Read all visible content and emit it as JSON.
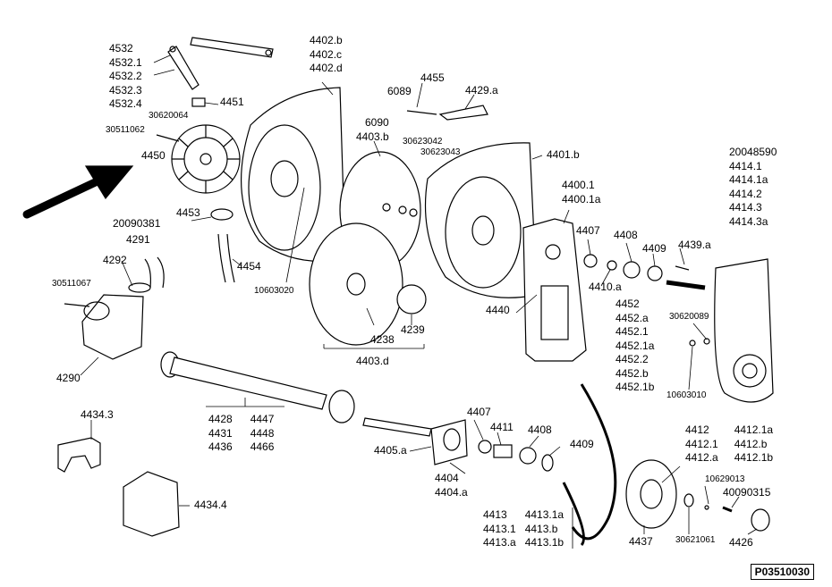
{
  "drawing": {
    "reference": "P03510030",
    "arrow": "pointer-arrow-icon",
    "labels": {
      "l4455": "4455",
      "l4429a": "4429.a",
      "l6089": "6089",
      "l6090": "6090",
      "l4451": "4451",
      "l30620064": "30620064",
      "l30511062": "30511062",
      "l4450": "4450",
      "l4453": "4453",
      "l4454": "4454",
      "l10603020": "10603020",
      "l4403b": "4403.b",
      "l30623042": "30623042",
      "l30623043": "30623043",
      "l4401b": "4401.b",
      "l4238": "4238",
      "l4239": "4239",
      "l4403d": "4403.d",
      "l4440": "4440",
      "l4407a": "4407",
      "l4408a": "4408",
      "l4409a": "4409",
      "l4410a": "4410.a",
      "l4439a": "4439.a",
      "l30620089": "30620089",
      "l10603010": "10603010",
      "l4291": "4291",
      "l20090381": "20090381",
      "l4292": "4292",
      "l30511067": "30511067",
      "l4290": "4290",
      "l4434_3": "4434.3",
      "l4434_4": "4434.4",
      "l4405a": "4405.a",
      "l4407b": "4407",
      "l4411": "4411",
      "l4408b": "4408",
      "l4409b": "4409",
      "l4437": "4437",
      "l30621061": "30621061",
      "l4426": "4426",
      "l10629013": "10629013",
      "l40090315": "40090315"
    },
    "groups": {
      "g4532": [
        "4532",
        "4532.1",
        "4532.2",
        "4532.3",
        "4532.4"
      ],
      "g4402": [
        "4402.b",
        "4402.c",
        "4402.d"
      ],
      "g4400": [
        "4400.1",
        "4400.1a"
      ],
      "g20048590": [
        "20048590",
        "4414.1",
        "4414.1a",
        "4414.2",
        "4414.3",
        "4414.3a"
      ],
      "g4452": [
        "4452",
        "4452.a",
        "4452.1",
        "4452.1a",
        "4452.2",
        "4452.b",
        "4452.1b"
      ],
      "g4428": [
        "4428",
        "4431",
        "4436"
      ],
      "g4447": [
        "4447",
        "4448",
        "4466"
      ],
      "g4404": [
        "4404",
        "4404.a"
      ],
      "g4412": [
        "4412",
        "4412.1",
        "4412.a"
      ],
      "g4412b": [
        "4412.1a",
        "4412.b",
        "4412.1b"
      ],
      "g4413": [
        "4413",
        "4413.1",
        "4413.a"
      ],
      "g4413b": [
        "4413.1a",
        "4413.b",
        "4413.1b"
      ]
    }
  }
}
